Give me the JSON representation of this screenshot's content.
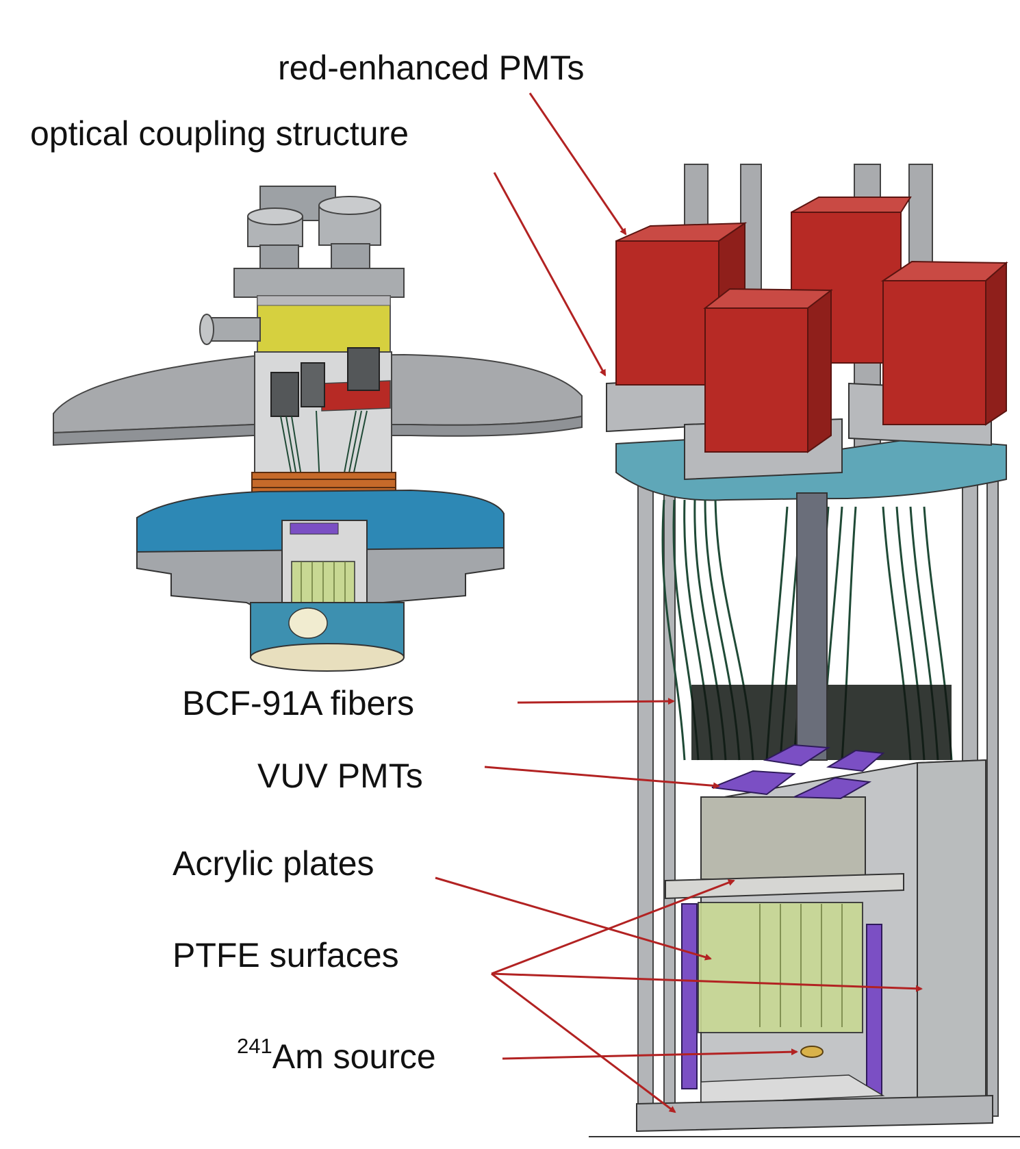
{
  "labels": {
    "red_pmts": "red-enhanced PMTs",
    "coupling": "optical coupling structure",
    "fibers": "BCF-91A fibers",
    "vuv_pmts": "VUV PMTs",
    "acrylic": "Acrylic plates",
    "ptfe": "PTFE surfaces",
    "am_mass": "241",
    "am_rest": "Am source"
  },
  "colors": {
    "arrow": "#b22222",
    "red_pmt": "#b72a25",
    "steel": "#a7a9ac",
    "teal_plate": "#5fa7b8",
    "blue_flange": "#2d88b5",
    "yellow_vessel": "#d6d03f",
    "fiber": "#1f4a36",
    "vuv_pmt": "#7b4fc4",
    "acrylic": "#c8d893",
    "box_gray": "#b9bcbd"
  }
}
